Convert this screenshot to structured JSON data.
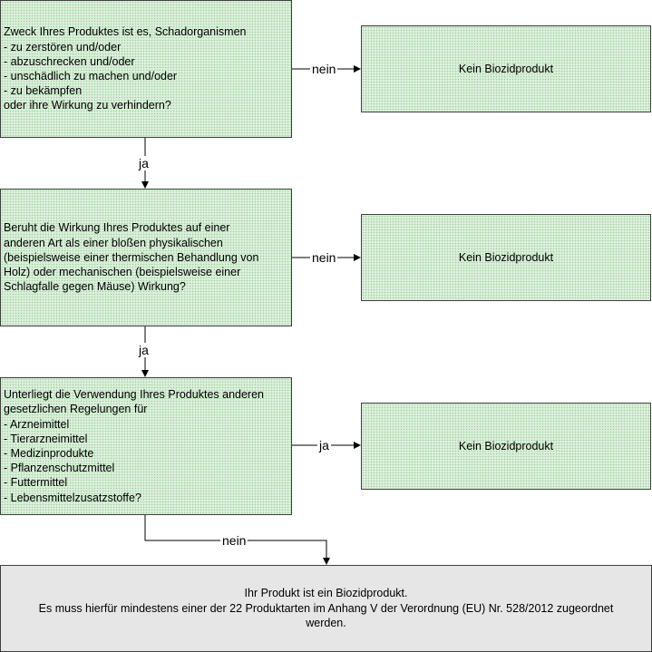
{
  "q1": {
    "lines": [
      "Zweck Ihres Produktes ist es, Schadorganismen",
      "- zu zerstören und/oder",
      "- abzuschrecken und/oder",
      "- unschädlich zu machen und/oder",
      "- zu bekämpfen",
      "oder ihre Wirkung zu verhindern?"
    ]
  },
  "q2": {
    "lines": [
      "Beruht die Wirkung Ihres Produktes auf einer",
      "anderen Art als einer bloßen physikalischen",
      "(beispielsweise einer thermischen Behandlung von",
      "Holz) oder mechanischen (beispielsweise einer",
      "Schlagfalle gegen Mäuse) Wirkung?"
    ]
  },
  "q3": {
    "lines": [
      "Unterliegt die Verwendung Ihres Produktes anderen",
      "gesetzlichen Regelungen für",
      "- Arzneimittel",
      "- Tierarzneimittel",
      "- Medizinprodukte",
      "- Pflanzenschutzmittel",
      "- Futtermittel",
      "- Lebensmittelzusatzstoffe?"
    ]
  },
  "results": {
    "r1": "Kein Biozidprodukt",
    "r2": "Kein Biozidprodukt",
    "r3": "Kein Biozidprodukt"
  },
  "final": {
    "line1": "Ihr Produkt ist ein Biozidprodukt.",
    "line2": "Es muss hierfür mindestens einer der 22 Produktarten im Anhang V der Verordnung (EU) Nr. 528/2012 zugeordnet werden."
  },
  "labels": {
    "q1_no": "nein",
    "q1_yes": "ja",
    "q2_no": "nein",
    "q2_yes": "ja",
    "q3_yes": "ja",
    "q3_no": "nein"
  }
}
